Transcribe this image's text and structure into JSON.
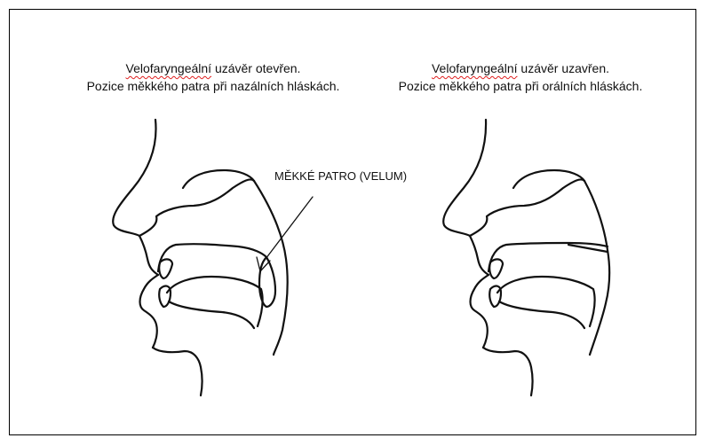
{
  "left_panel": {
    "caption_line1_word": "Velofaryngeální",
    "caption_line1_rest": " uzávěr otevřen.",
    "caption_line2": "Pozice měkkého patra při nazálních hláskách."
  },
  "right_panel": {
    "caption_line1_word": "Velofaryngeální",
    "caption_line1_rest": " uzávěr uzavřen.",
    "caption_line2": "Pozice měkkého patra při orálních hláskách."
  },
  "annotation": {
    "velum_label": "MĚKKÉ PATRO (VELUM)"
  },
  "colors": {
    "line": "#111111",
    "spellcheck_underline": "#e02020",
    "frame": "#000000"
  }
}
